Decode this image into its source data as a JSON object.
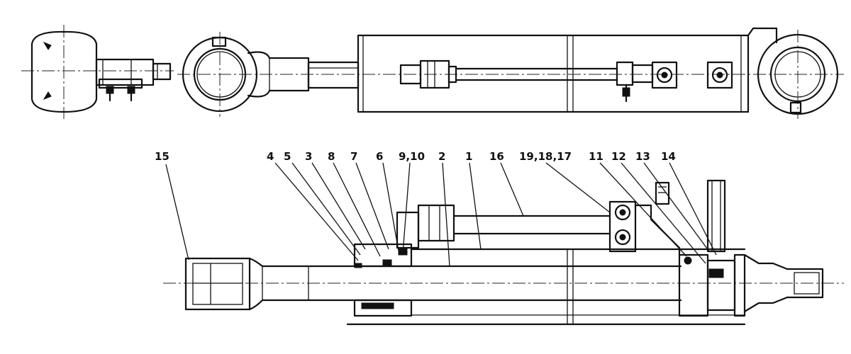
{
  "callouts": [
    {
      "key": "p15",
      "text": "15"
    },
    {
      "key": "p4",
      "text": "4"
    },
    {
      "key": "p5",
      "text": "5"
    },
    {
      "key": "p3",
      "text": "3"
    },
    {
      "key": "p8",
      "text": "8"
    },
    {
      "key": "p7",
      "text": "7"
    },
    {
      "key": "p6",
      "text": "6"
    },
    {
      "key": "p9_10",
      "text": "9,10"
    },
    {
      "key": "p2",
      "text": "2"
    },
    {
      "key": "p1",
      "text": "1"
    },
    {
      "key": "p16",
      "text": "16"
    },
    {
      "key": "p19_18_17",
      "text": "19,18,17"
    },
    {
      "key": "p11",
      "text": "11"
    },
    {
      "key": "p12",
      "text": "12"
    },
    {
      "key": "p13",
      "text": "13"
    },
    {
      "key": "p14",
      "text": "14"
    }
  ]
}
